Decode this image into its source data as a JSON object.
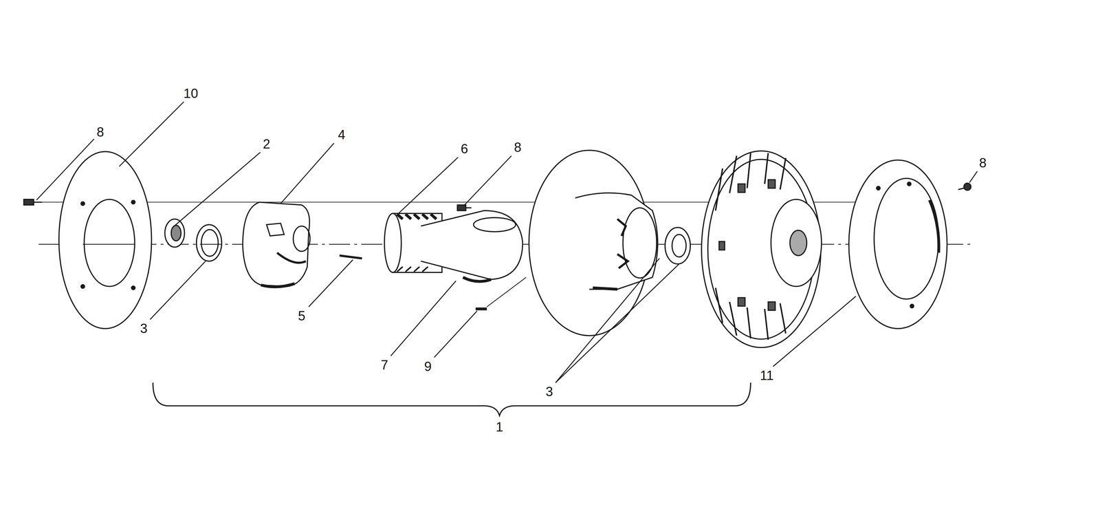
{
  "diagram": {
    "labels": [
      "10",
      "8",
      "2",
      "4",
      "6",
      "8",
      "8",
      "3",
      "5",
      "7",
      "9",
      "3",
      "11",
      "1"
    ]
  }
}
